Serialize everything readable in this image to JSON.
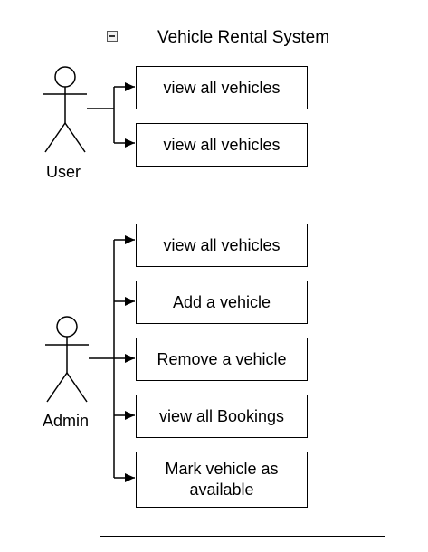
{
  "system": {
    "title": "Vehicle Rental System"
  },
  "actors": {
    "user": {
      "label": "User"
    },
    "admin": {
      "label": "Admin"
    }
  },
  "use_cases": {
    "user": [
      {
        "label": "view all vehicles"
      },
      {
        "label": "view all vehicles"
      }
    ],
    "admin": [
      {
        "label": "view all vehicles"
      },
      {
        "label": "Add a vehicle"
      },
      {
        "label": "Remove a vehicle"
      },
      {
        "label": "view all Bookings"
      },
      {
        "label": "Mark vehicle as available"
      }
    ]
  },
  "colors": {
    "stroke": "#000000",
    "background": "#ffffff"
  }
}
